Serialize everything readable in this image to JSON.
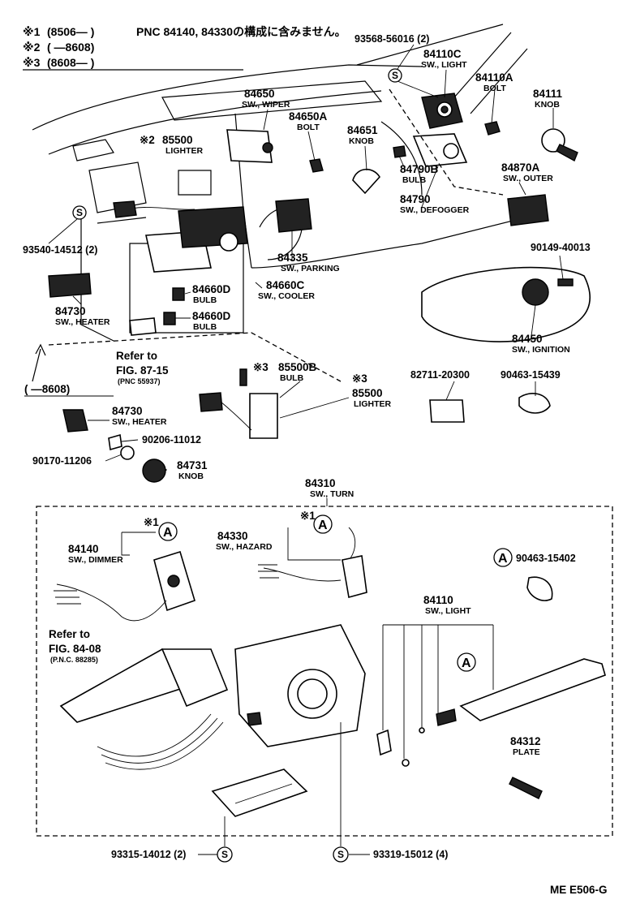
{
  "header": {
    "line1_mark": "※1",
    "line1_range": "(8506—     )",
    "line1_note": "PNC 84140, 84330の構成に含みません。",
    "line2_mark": "※2",
    "line2_range": "(           —8608)",
    "line3_mark": "※3",
    "line3_range": "(8608—     )"
  },
  "parts": {
    "p93568": "93568-56016 (2)",
    "p84110C": "84110C",
    "p84110C_d": "SW., LIGHT",
    "p84110A": "84110A",
    "p84110A_d": "BOLT",
    "p84111": "84111",
    "p84111_d": "KNOB",
    "p84650": "84650",
    "p84650_d": "SW., WIPER",
    "p84650A": "84650A",
    "p84650A_d": "BOLT",
    "p84651": "84651",
    "p84651_d": "KNOB",
    "p85500_top_mark": "※2",
    "p85500_top": "85500",
    "p85500_top_d": "LIGHTER",
    "p84790B": "84790B",
    "p84790B_d": "BULB",
    "p84790": "84790",
    "p84790_d": "SW., DEFOGGER",
    "p84870A": "84870A",
    "p84870A_d": "SW., OUTER",
    "p93540": "93540-14512 (2)",
    "p84335": "84335",
    "p84335_d": "SW., PARKING",
    "p90149": "90149-40013",
    "p84660D_1": "84660D",
    "p84660D_1_d": "BULB",
    "p84660C": "84660C",
    "p84660C_d": "SW., COOLER",
    "p84730_top": "84730",
    "p84730_top_d": "SW., HEATER",
    "p84660D_2": "84660D",
    "p84660D_2_d": "BULB",
    "p84450": "84450",
    "p84450_d": "SW., IGNITION",
    "refer1_a": "Refer to",
    "refer1_b": "FIG. 87-15",
    "refer1_c": "(PNC 55937)",
    "p85500B_mark": "※3",
    "p85500B": "85500B",
    "p85500B_d": "BULB",
    "p85500_mark": "※3",
    "p85500": "85500",
    "p85500_d": "LIGHTER",
    "p82711": "82711-20300",
    "p90463_a": "90463-15439",
    "range_8608": "(       —8608)",
    "p84730": "84730",
    "p84730_d": "SW., HEATER",
    "p90206": "90206-11012",
    "p90170": "90170-11206",
    "p84731": "84731",
    "p84731_d": "KNOB",
    "p84310": "84310",
    "p84310_d": "SW., TURN",
    "p84140_mark": "※1",
    "p84140": "84140",
    "p84140_d": "SW., DIMMER",
    "p84330_mark": "※1",
    "p84330": "84330",
    "p84330_d": "SW., HAZARD",
    "p90463_b": "90463-15402",
    "p84110": "84110",
    "p84110_d": "SW., LIGHT",
    "refer2_a": "Refer to",
    "refer2_b": "FIG. 84-08",
    "refer2_c": "(P.N.C. 88285)",
    "p84312": "84312",
    "p84312_d": "PLATE",
    "p93315": "93315-14012 (2)",
    "p93319": "93319-15012 (4)"
  },
  "symbols": {
    "s": "S",
    "a": "A"
  },
  "footer": {
    "code": "ME  E506-G"
  }
}
